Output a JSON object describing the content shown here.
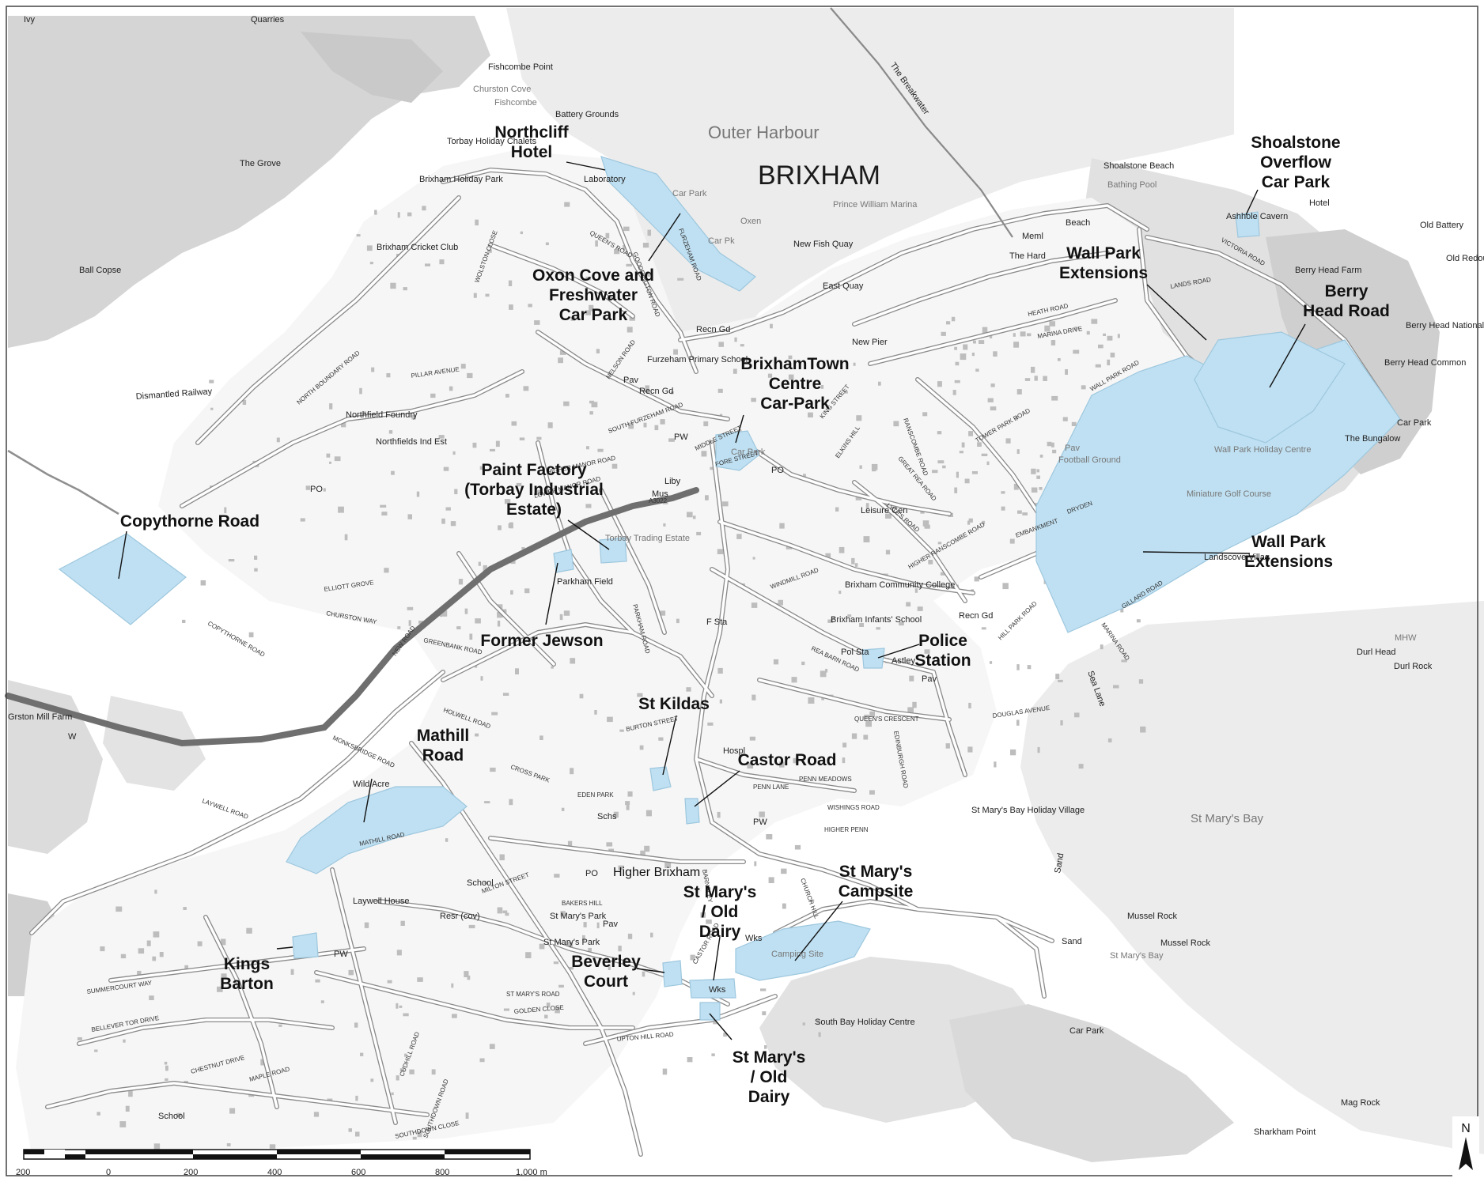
{
  "colors": {
    "site_fill": "#bfe0f2",
    "land": "#ffffff",
    "terrain": "#d4d4d4",
    "sea": "#ededed",
    "road": "#8a8a8a",
    "railway": "#777777",
    "building": "#bdbdbd",
    "text": "#111111"
  },
  "map": {
    "title": "BRIXHAM",
    "water_labels": [
      "Outer Harbour",
      "St Mary's Bay"
    ],
    "north_label": "N",
    "scale_bar": {
      "ticks": [
        "200",
        "0",
        "200",
        "400",
        "600",
        "800",
        "1,000 m"
      ]
    }
  },
  "sites": [
    {
      "name": "Northcliff Hotel",
      "lines": [
        "Northcliff",
        "Hotel"
      ]
    },
    {
      "name": "Oxon Cove and Freshwater Car Park",
      "lines": [
        "Oxon Cove and",
        "Freshwater",
        "Car Park"
      ]
    },
    {
      "name": "Brixham Town Centre Car-Park",
      "lines": [
        "BrixhamTown",
        "Centre",
        "Car-Park"
      ]
    },
    {
      "name": "Shoalstone Overflow Car Park",
      "lines": [
        "Shoalstone",
        "Overflow",
        "Car Park"
      ]
    },
    {
      "name": "Wall Park Extensions (north)",
      "lines": [
        "Wall Park",
        "Extensions"
      ]
    },
    {
      "name": "Berry Head Road",
      "lines": [
        "Berry",
        "Head Road"
      ]
    },
    {
      "name": "Wall Park Extensions (south)",
      "lines": [
        "Wall Park",
        "Extensions"
      ]
    },
    {
      "name": "Copythorne Road",
      "lines": [
        "Copythorne Road"
      ]
    },
    {
      "name": "Paint Factory (Torbay Industrial Estate)",
      "lines": [
        "Paint Factory",
        "(Torbay Industrial",
        "Estate)"
      ]
    },
    {
      "name": "Former Jewson",
      "lines": [
        "Former Jewson"
      ]
    },
    {
      "name": "Police Station",
      "lines": [
        "Police",
        "Station"
      ]
    },
    {
      "name": "St Kildas",
      "lines": [
        "St Kildas"
      ]
    },
    {
      "name": "Mathill Road",
      "lines": [
        "Mathill",
        "Road"
      ]
    },
    {
      "name": "Castor Road",
      "lines": [
        "Castor Road"
      ]
    },
    {
      "name": "St Mary's Campsite",
      "lines": [
        "St Mary's",
        "Campsite"
      ]
    },
    {
      "name": "St Mary's Old Dairy (north)",
      "lines": [
        "St Mary's",
        "/ Old",
        "Dairy"
      ]
    },
    {
      "name": "Kings Barton",
      "lines": [
        "Kings",
        "Barton"
      ]
    },
    {
      "name": "Beverley Court",
      "lines": [
        "Beverley",
        "Court"
      ]
    },
    {
      "name": "St Mary's / Old Dairy (south)",
      "lines": [
        "St Mary's",
        "/ Old",
        "Dairy"
      ]
    }
  ],
  "places": [
    "Ivy",
    "Quarries",
    "Fishcombe Point",
    "Churston Cove",
    "Fishcombe",
    "Battery Grounds",
    "Torbay Holiday Chalets",
    "The Grove",
    "Brixham Holiday Park",
    "Laboratory",
    "Car Park",
    "Oxen",
    "Car Pk",
    "Prince William Marina",
    "New Fish Quay",
    "East Quay",
    "New Pier",
    "The Breakwater",
    "Shoalstone Beach",
    "Bathing Pool",
    "Hotel",
    "Ashhole Cavern",
    "Old Battery",
    "Old Redoubt",
    "Beach",
    "Meml",
    "The Hard",
    "Berry Head Farm",
    "Berry Head National",
    "Berry Head Common",
    "Brixham Cricket Club",
    "Ball Copse",
    "Dismantled Railway",
    "Northfield Foundry",
    "Northfields Ind Est",
    "PO",
    "Furzeham Primary School",
    "Recn Gd",
    "Pav",
    "Recn Gd",
    "PW",
    "Car Park",
    "PO",
    "Mus",
    "Liby",
    "Torbay Trading Estate",
    "Pav",
    "Football Ground",
    "Wall Park Holiday Centre",
    "Miniature Golf Course",
    "The Bungalow",
    "Car Park",
    "Landscove Villag",
    "Leisure Cen",
    "Brixham Community College",
    "Brixham Infants' School",
    "Recn Gd",
    "Pol Sta",
    "Astley",
    "Pav",
    "Parkham Field",
    "F Sta",
    "Durl Head",
    "Durl Rock",
    "MHW",
    "Sea Lane",
    "Hospl",
    "Wild Acre",
    "St Mary's Bay Holiday Village",
    "Schs",
    "School",
    "Laywell House",
    "Resr (cov)",
    "PO",
    "Higher Brixham",
    "PW",
    "St Mary's Park",
    "Pav",
    "St Mary's Park",
    "Wks",
    "Camping Site",
    "Wks",
    "Mussel Rock",
    "Mussel Rock",
    "St Mary's Bay",
    "Sand",
    "Sand",
    "South Bay Holiday Centre",
    "Car Park",
    "Mag Rock",
    "Sharkham Point",
    "School",
    "PW",
    "Grston Mill Farm",
    "W"
  ],
  "streets": [
    "NORTH BOUNDARY ROAD",
    "PILLAR AVENUE",
    "WOLSTON CLOSE",
    "QUEEN'S ROAD",
    "FURZEHAM ROAD",
    "GOODRINGTON ROAD",
    "NELSON ROAD",
    "SOUTH FURZEHAM ROAD",
    "HIGHER MANOR ROAD",
    "LOWER MANOR ROAD",
    "FORE STREET",
    "MIDDLE STREET",
    "KING STREET",
    "HEATH ROAD",
    "MARINA DRIVE",
    "LANDS ROAD",
    "VICTORIA ROAD",
    "RANSCOMBE ROAD",
    "TOWER PARK ROAD",
    "WALL PARK ROAD",
    "GILLARD ROAD",
    "MARINA ROAD",
    "DOUGLAS AVENUE",
    "PENN MEADOWS",
    "WISHINGS ROAD",
    "HIGHER PENN",
    "PENN LANE",
    "MILTON STREET",
    "BAKERS HILL",
    "UPTON HILL ROAD",
    "GOLDEN CLOSE",
    "ST MARY'S ROAD",
    "CHESTNUT DRIVE",
    "MAPLE ROAD",
    "BELLEVER TOR DRIVE",
    "SUMMERCOURT WAY",
    "MATHILL ROAD",
    "LAYWELL ROAD",
    "MONKSBRIDGE ROAD",
    "HOLWELL ROAD",
    "ELLIOTT GROVE",
    "CHURSTON WAY",
    "COPYTHORNE ROAD",
    "NEW ROAD",
    "PARKHAM ROAD",
    "BURTON STREET",
    "EDEN PARK",
    "CROSS PARK",
    "ELKINS HILL",
    "LYTE'S ROAD",
    "GREAT REA ROAD",
    "WINDMILL ROAD",
    "HIGHER RANSCOMBE ROAD",
    "HILL PARK ROAD",
    "EDINBURGH ROAD",
    "QUEEN'S CRESCENT",
    "REA BARN ROAD",
    "CASTOR ROAD",
    "SOUTHDOWN CLOSE",
    "CUDHILL ROAD",
    "SOUTHDOWN ROAD",
    "GREENBANK ROAD",
    "BARNSLEY",
    "CHURCH HILL",
    "EMBANKMENT",
    "DRYDEN",
    "A3022"
  ]
}
